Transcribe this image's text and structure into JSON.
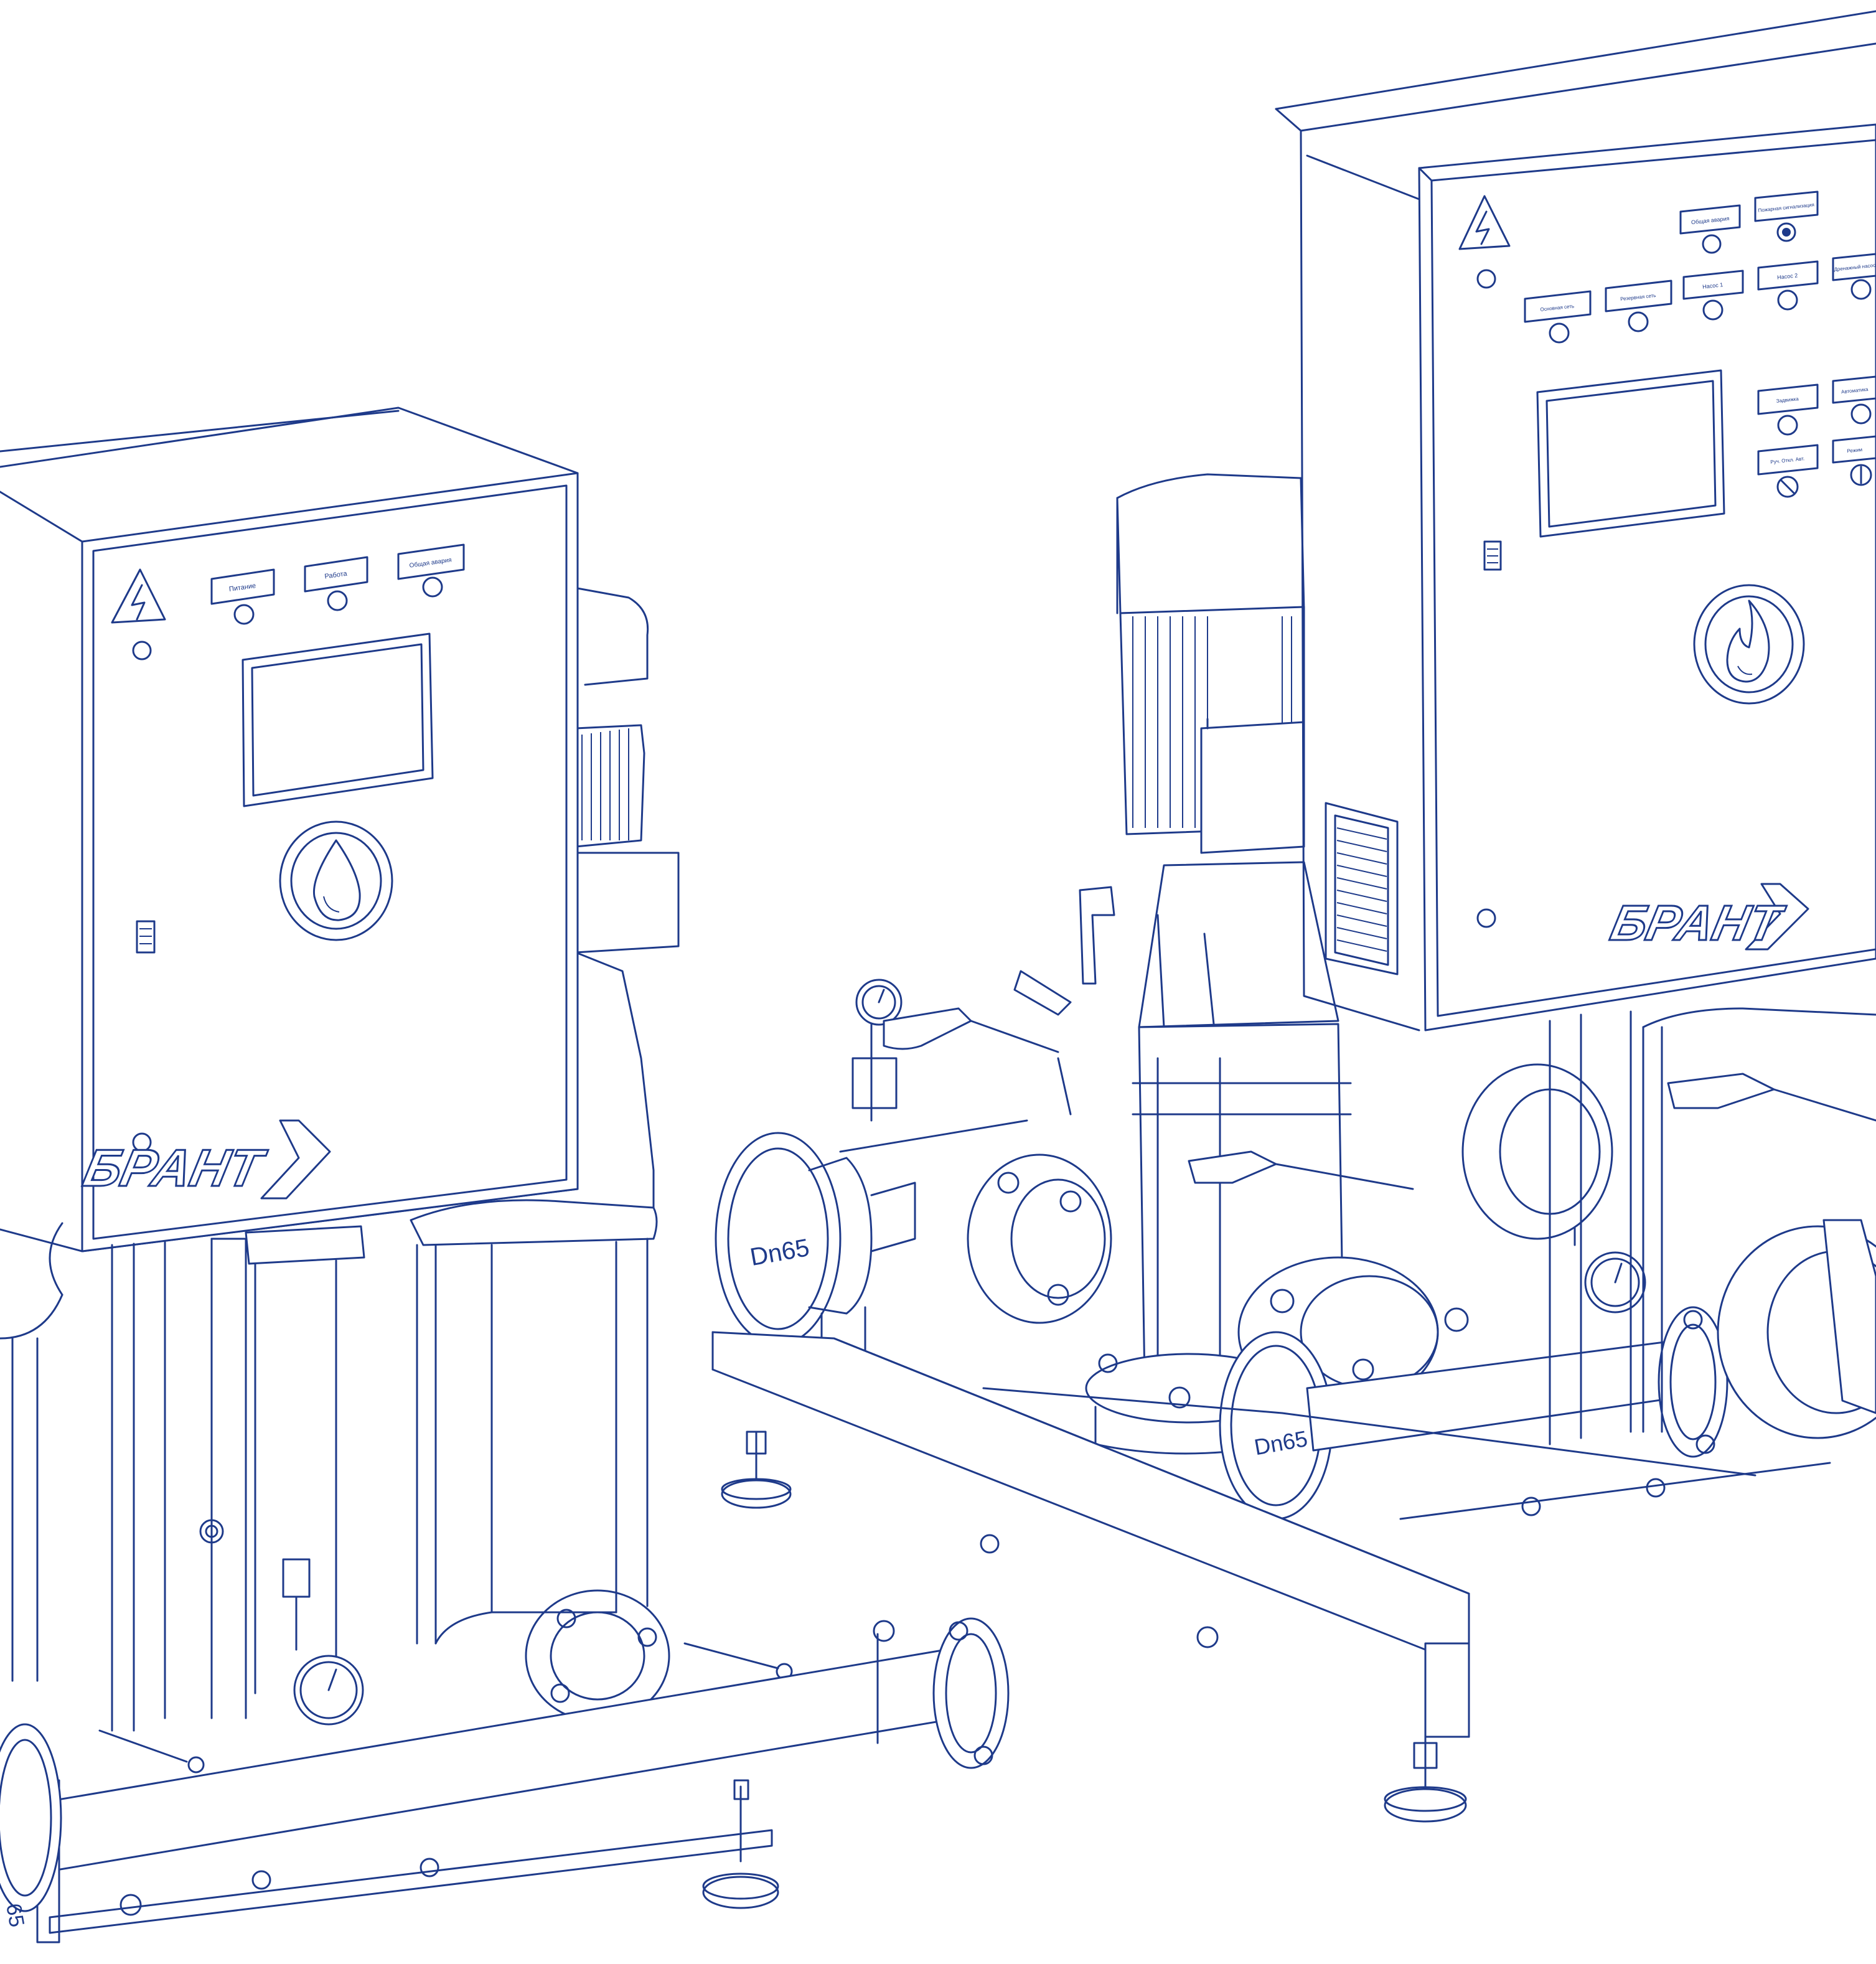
{
  "colors": {
    "ink": "#1e3a8a",
    "background": "#ffffff"
  },
  "left_unit": {
    "panel": {
      "brand": "БРАНТ",
      "indicator_labels": [
        "Питание",
        "Работа",
        "Общая авария"
      ],
      "icon": "water-drop-icon",
      "warning_icon": "high-voltage-warning-icon"
    }
  },
  "right_unit": {
    "panel": {
      "brand": "БРАНТ",
      "top_labels": [
        "Общая авария",
        "Пожарная сигнализация"
      ],
      "row_labels": [
        "Основная сеть",
        "Резервная сеть",
        "Насос 1",
        "Насос 2",
        "Дренажный насос"
      ],
      "side_labels": [
        "Задвижка",
        "Автоматика",
        "Руч. Откл. Авт.",
        "Режим"
      ],
      "icon": "fire-flame-icon",
      "warning_icon": "high-voltage-warning-icon"
    },
    "flowmeter_labels": [
      "Dn65",
      "Dn65"
    ]
  },
  "left_flowmeter_label": "65"
}
